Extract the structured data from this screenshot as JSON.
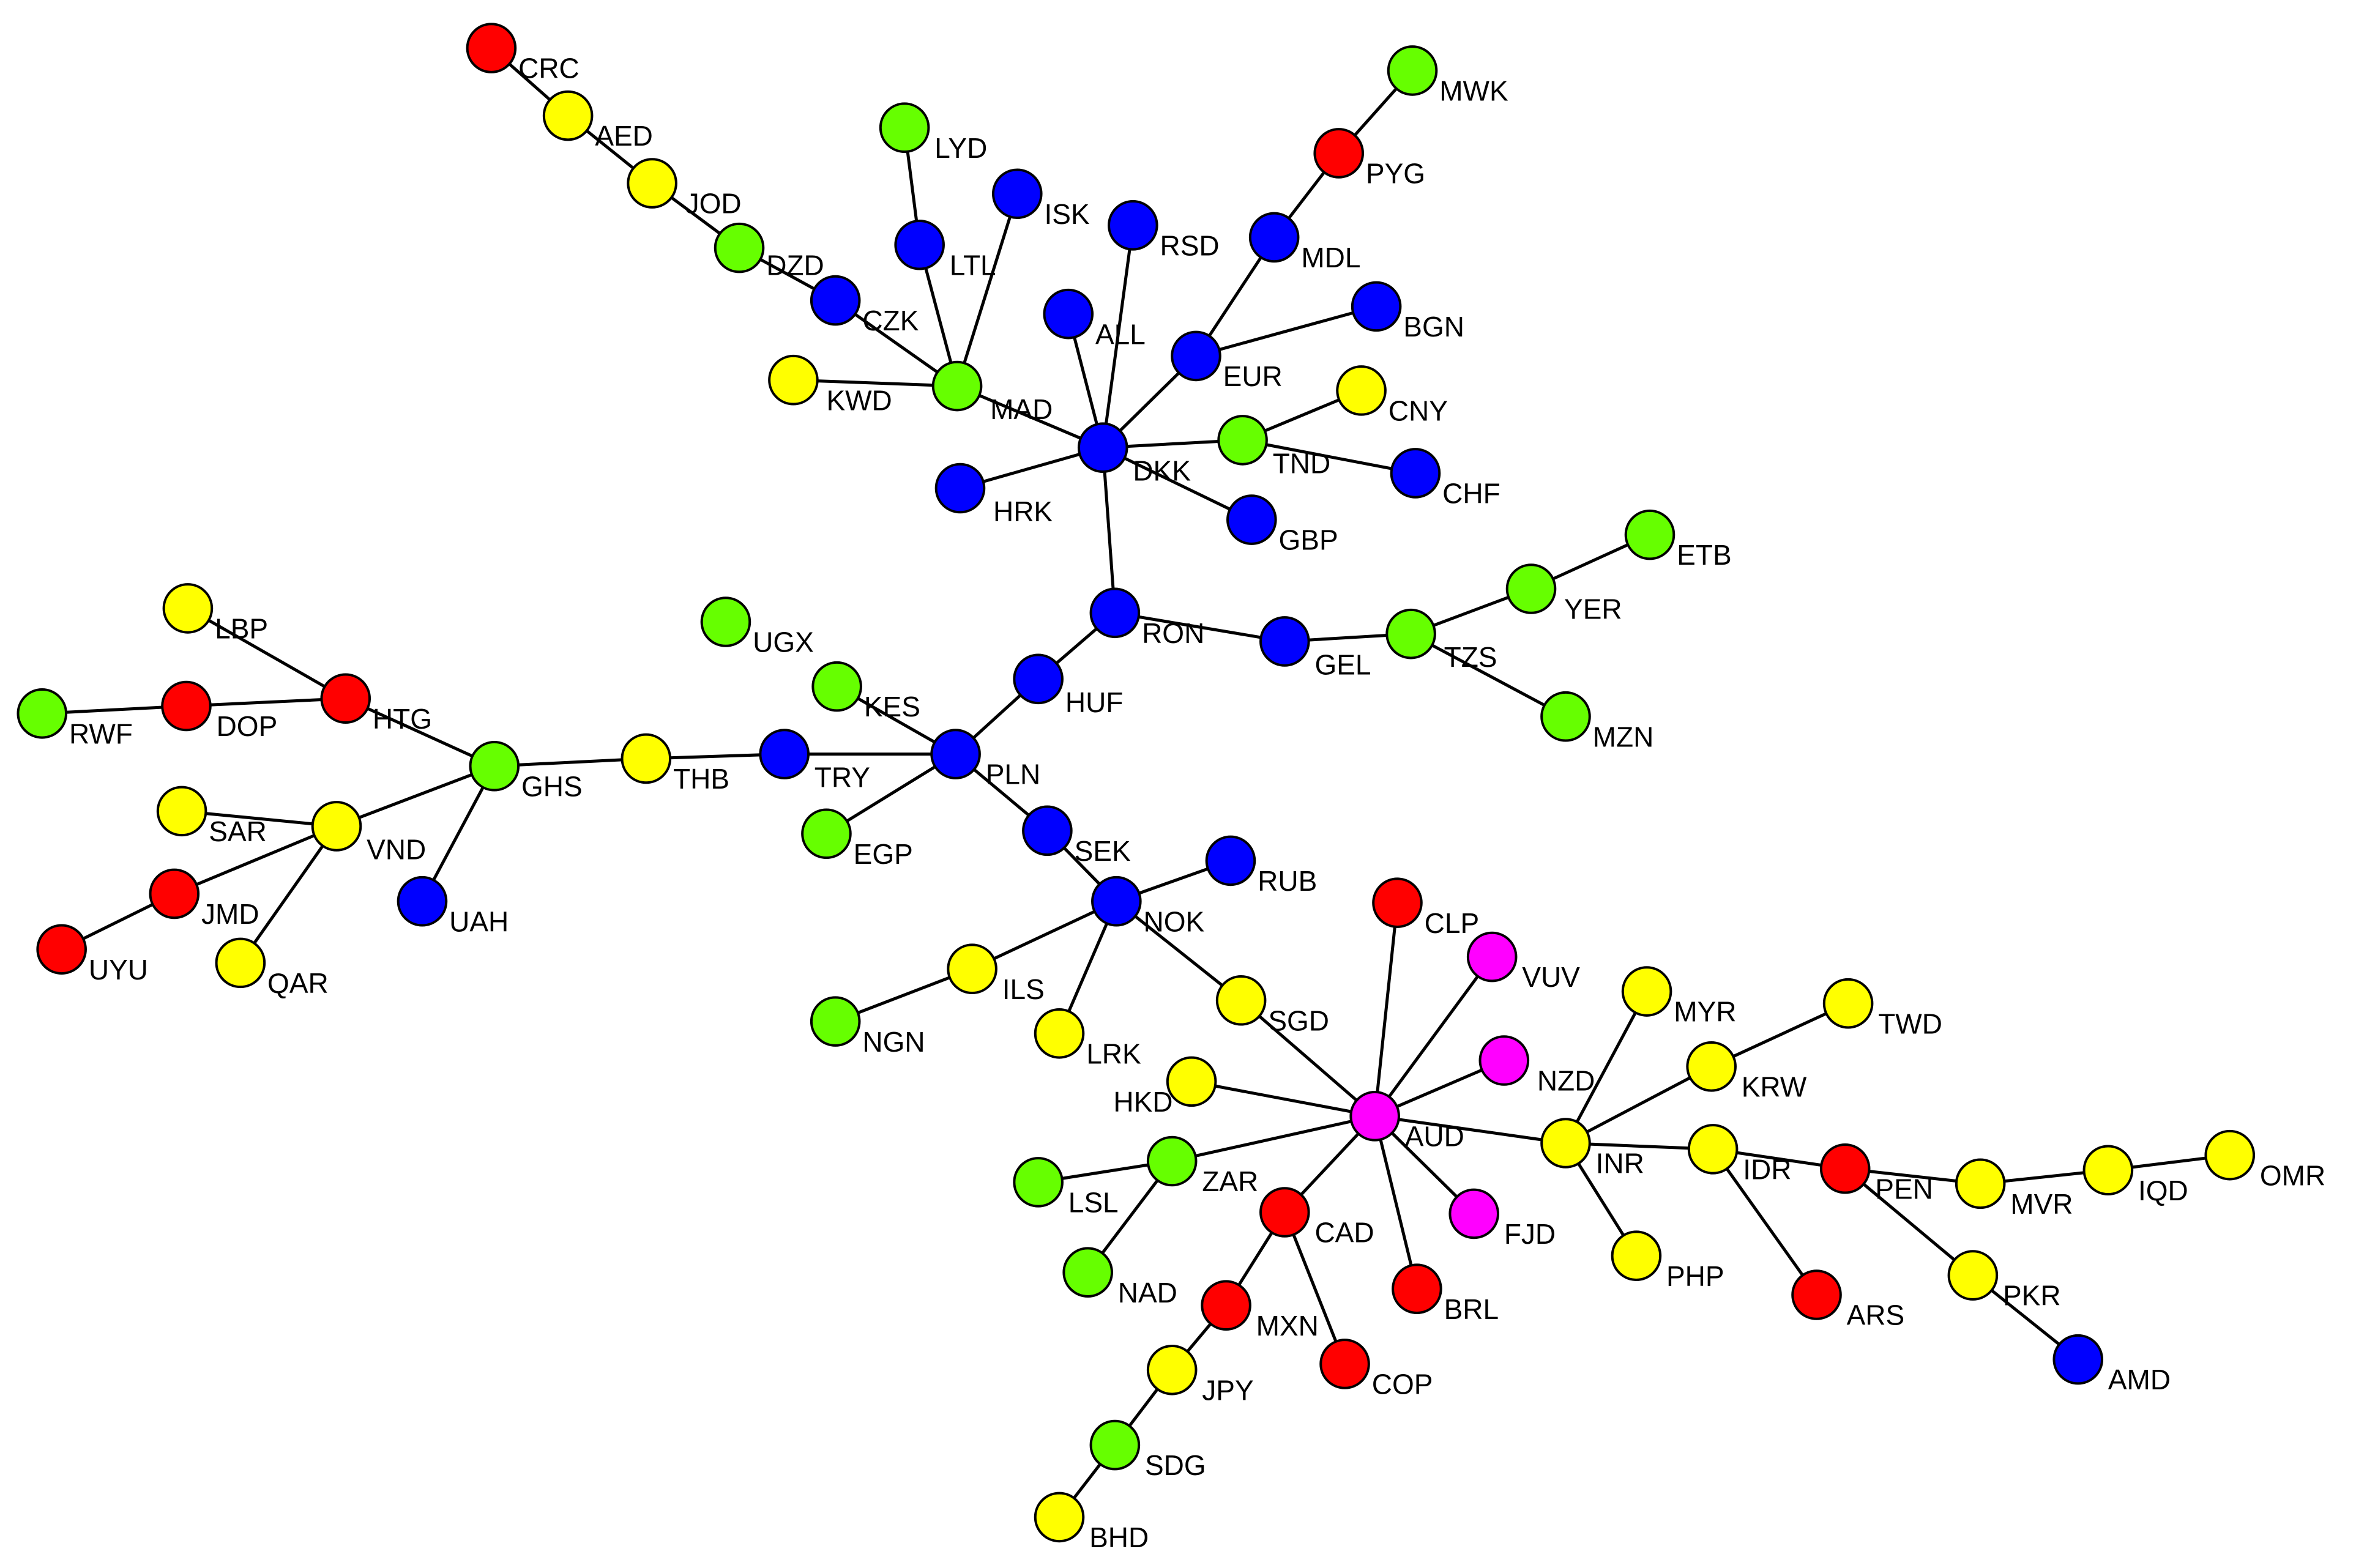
{
  "colors": {
    "red": "#ff0000",
    "yellow": "#ffff00",
    "green": "#66ff00",
    "blue": "#0000ff",
    "magenta": "#ff00ff"
  },
  "nodes": [
    {
      "id": "CRC",
      "label": "CRC",
      "color": "red"
    },
    {
      "id": "AED",
      "label": "AED",
      "color": "yellow"
    },
    {
      "id": "JOD",
      "label": "JOD",
      "color": "yellow"
    },
    {
      "id": "DZD",
      "label": "DZD",
      "color": "green"
    },
    {
      "id": "CZK",
      "label": "CZK",
      "color": "blue"
    },
    {
      "id": "KWD",
      "label": "KWD",
      "color": "yellow"
    },
    {
      "id": "MAD",
      "label": "MAD",
      "color": "green"
    },
    {
      "id": "LYD",
      "label": "LYD",
      "color": "green"
    },
    {
      "id": "LTL",
      "label": "LTL",
      "color": "blue"
    },
    {
      "id": "ISK",
      "label": "ISK",
      "color": "blue"
    },
    {
      "id": "RSD",
      "label": "RSD",
      "color": "blue"
    },
    {
      "id": "ALL",
      "label": "ALL",
      "color": "blue"
    },
    {
      "id": "DKK",
      "label": "DKK",
      "color": "blue"
    },
    {
      "id": "HRK",
      "label": "HRK",
      "color": "blue"
    },
    {
      "id": "EUR",
      "label": "EUR",
      "color": "blue"
    },
    {
      "id": "MDL",
      "label": "MDL",
      "color": "blue"
    },
    {
      "id": "PYG",
      "label": "PYG",
      "color": "red"
    },
    {
      "id": "MWK",
      "label": "MWK",
      "color": "green"
    },
    {
      "id": "BGN",
      "label": "BGN",
      "color": "blue"
    },
    {
      "id": "TND",
      "label": "TND",
      "color": "green"
    },
    {
      "id": "CNY",
      "label": "CNY",
      "color": "yellow"
    },
    {
      "id": "CHF",
      "label": "CHF",
      "color": "blue"
    },
    {
      "id": "GBP",
      "label": "GBP",
      "color": "blue"
    },
    {
      "id": "RON",
      "label": "RON",
      "color": "blue"
    },
    {
      "id": "GEL",
      "label": "GEL",
      "color": "blue"
    },
    {
      "id": "TZS",
      "label": "TZS",
      "color": "green"
    },
    {
      "id": "YER",
      "label": "YER",
      "color": "green"
    },
    {
      "id": "ETB",
      "label": "ETB",
      "color": "green"
    },
    {
      "id": "MZN",
      "label": "MZN",
      "color": "green"
    },
    {
      "id": "HUF",
      "label": "HUF",
      "color": "blue"
    },
    {
      "id": "PLN",
      "label": "PLN",
      "color": "blue"
    },
    {
      "id": "KES",
      "label": "KES",
      "color": "green"
    },
    {
      "id": "UGX",
      "label": "UGX",
      "color": "green"
    },
    {
      "id": "TRY",
      "label": "TRY",
      "color": "blue"
    },
    {
      "id": "EGP",
      "label": "EGP",
      "color": "green"
    },
    {
      "id": "THB",
      "label": "THB",
      "color": "yellow"
    },
    {
      "id": "GHS",
      "label": "GHS",
      "color": "green"
    },
    {
      "id": "HTG",
      "label": "HTG",
      "color": "red"
    },
    {
      "id": "LBP",
      "label": "LBP",
      "color": "yellow"
    },
    {
      "id": "DOP",
      "label": "DOP",
      "color": "red"
    },
    {
      "id": "RWF",
      "label": "RWF",
      "color": "green"
    },
    {
      "id": "VND",
      "label": "VND",
      "color": "yellow"
    },
    {
      "id": "SAR",
      "label": "SAR",
      "color": "yellow"
    },
    {
      "id": "JMD",
      "label": "JMD",
      "color": "red"
    },
    {
      "id": "UYU",
      "label": "UYU",
      "color": "red"
    },
    {
      "id": "QAR",
      "label": "QAR",
      "color": "yellow"
    },
    {
      "id": "UAH",
      "label": "UAH",
      "color": "blue"
    },
    {
      "id": "SEK",
      "label": "SEK",
      "color": "blue"
    },
    {
      "id": "NOK",
      "label": "NOK",
      "color": "blue"
    },
    {
      "id": "RUB",
      "label": "RUB",
      "color": "blue"
    },
    {
      "id": "ILS",
      "label": "ILS",
      "color": "yellow"
    },
    {
      "id": "NGN",
      "label": "NGN",
      "color": "green"
    },
    {
      "id": "LRK",
      "label": "LRK",
      "color": "yellow"
    },
    {
      "id": "SGD",
      "label": "SGD",
      "color": "yellow"
    },
    {
      "id": "AUD",
      "label": "AUD",
      "color": "magenta"
    },
    {
      "id": "CLP",
      "label": "CLP",
      "color": "red"
    },
    {
      "id": "VUV",
      "label": "VUV",
      "color": "magenta"
    },
    {
      "id": "NZD",
      "label": "NZD",
      "color": "magenta"
    },
    {
      "id": "HKD",
      "label": "HKD",
      "color": "yellow"
    },
    {
      "id": "FJD",
      "label": "FJD",
      "color": "magenta"
    },
    {
      "id": "BRL",
      "label": "BRL",
      "color": "red"
    },
    {
      "id": "CAD",
      "label": "CAD",
      "color": "red"
    },
    {
      "id": "COP",
      "label": "COP",
      "color": "red"
    },
    {
      "id": "MXN",
      "label": "MXN",
      "color": "red"
    },
    {
      "id": "JPY",
      "label": "JPY",
      "color": "yellow"
    },
    {
      "id": "SDG",
      "label": "SDG",
      "color": "green"
    },
    {
      "id": "BHD",
      "label": "BHD",
      "color": "yellow"
    },
    {
      "id": "ZAR",
      "label": "ZAR",
      "color": "green"
    },
    {
      "id": "LSL",
      "label": "LSL",
      "color": "green"
    },
    {
      "id": "NAD",
      "label": "NAD",
      "color": "green"
    },
    {
      "id": "INR",
      "label": "INR",
      "color": "yellow"
    },
    {
      "id": "MYR",
      "label": "MYR",
      "color": "yellow"
    },
    {
      "id": "KRW",
      "label": "KRW",
      "color": "yellow"
    },
    {
      "id": "TWD",
      "label": "TWD",
      "color": "yellow"
    },
    {
      "id": "PHP",
      "label": "PHP",
      "color": "yellow"
    },
    {
      "id": "IDR",
      "label": "IDR",
      "color": "yellow"
    },
    {
      "id": "ARS",
      "label": "ARS",
      "color": "red"
    },
    {
      "id": "PEN",
      "label": "PEN",
      "color": "red"
    },
    {
      "id": "MVR",
      "label": "MVR",
      "color": "yellow"
    },
    {
      "id": "IQD",
      "label": "IQD",
      "color": "yellow"
    },
    {
      "id": "OMR",
      "label": "OMR",
      "color": "yellow"
    },
    {
      "id": "PKR",
      "label": "PKR",
      "color": "yellow"
    },
    {
      "id": "AMD",
      "label": "AMD",
      "color": "blue"
    }
  ],
  "edges": [
    [
      "CRC",
      "AED"
    ],
    [
      "AED",
      "JOD"
    ],
    [
      "JOD",
      "DZD"
    ],
    [
      "DZD",
      "CZK"
    ],
    [
      "CZK",
      "MAD"
    ],
    [
      "KWD",
      "MAD"
    ],
    [
      "MAD",
      "LTL"
    ],
    [
      "LTL",
      "LYD"
    ],
    [
      "MAD",
      "ISK"
    ],
    [
      "MAD",
      "DKK"
    ],
    [
      "DKK",
      "ALL"
    ],
    [
      "DKK",
      "RSD"
    ],
    [
      "DKK",
      "HRK"
    ],
    [
      "DKK",
      "EUR"
    ],
    [
      "EUR",
      "MDL"
    ],
    [
      "MDL",
      "PYG"
    ],
    [
      "PYG",
      "MWK"
    ],
    [
      "EUR",
      "BGN"
    ],
    [
      "DKK",
      "TND"
    ],
    [
      "TND",
      "CNY"
    ],
    [
      "TND",
      "CHF"
    ],
    [
      "DKK",
      "GBP"
    ],
    [
      "DKK",
      "RON"
    ],
    [
      "RON",
      "GEL"
    ],
    [
      "GEL",
      "TZS"
    ],
    [
      "TZS",
      "YER"
    ],
    [
      "YER",
      "ETB"
    ],
    [
      "TZS",
      "MZN"
    ],
    [
      "RON",
      "HUF"
    ],
    [
      "HUF",
      "PLN"
    ],
    [
      "PLN",
      "KES"
    ],
    [
      "PLN",
      "TRY"
    ],
    [
      "PLN",
      "EGP"
    ],
    [
      "TRY",
      "THB"
    ],
    [
      "THB",
      "GHS"
    ],
    [
      "GHS",
      "HTG"
    ],
    [
      "HTG",
      "LBP"
    ],
    [
      "HTG",
      "DOP"
    ],
    [
      "DOP",
      "RWF"
    ],
    [
      "GHS",
      "VND"
    ],
    [
      "GHS",
      "UAH"
    ],
    [
      "VND",
      "SAR"
    ],
    [
      "VND",
      "JMD"
    ],
    [
      "JMD",
      "UYU"
    ],
    [
      "VND",
      "QAR"
    ],
    [
      "PLN",
      "SEK"
    ],
    [
      "SEK",
      "NOK"
    ],
    [
      "NOK",
      "RUB"
    ],
    [
      "NOK",
      "ILS"
    ],
    [
      "ILS",
      "NGN"
    ],
    [
      "NOK",
      "LRK"
    ],
    [
      "NOK",
      "SGD"
    ],
    [
      "SGD",
      "AUD"
    ],
    [
      "AUD",
      "CLP"
    ],
    [
      "AUD",
      "VUV"
    ],
    [
      "AUD",
      "NZD"
    ],
    [
      "AUD",
      "HKD"
    ],
    [
      "AUD",
      "FJD"
    ],
    [
      "AUD",
      "BRL"
    ],
    [
      "AUD",
      "CAD"
    ],
    [
      "CAD",
      "COP"
    ],
    [
      "CAD",
      "MXN"
    ],
    [
      "MXN",
      "JPY"
    ],
    [
      "JPY",
      "SDG"
    ],
    [
      "SDG",
      "BHD"
    ],
    [
      "AUD",
      "ZAR"
    ],
    [
      "ZAR",
      "LSL"
    ],
    [
      "ZAR",
      "NAD"
    ],
    [
      "AUD",
      "INR"
    ],
    [
      "INR",
      "MYR"
    ],
    [
      "INR",
      "KRW"
    ],
    [
      "KRW",
      "TWD"
    ],
    [
      "INR",
      "PHP"
    ],
    [
      "INR",
      "IDR"
    ],
    [
      "IDR",
      "ARS"
    ],
    [
      "IDR",
      "PEN"
    ],
    [
      "PEN",
      "MVR"
    ],
    [
      "MVR",
      "IQD"
    ],
    [
      "IQD",
      "OMR"
    ],
    [
      "PEN",
      "PKR"
    ],
    [
      "PKR",
      "AMD"
    ]
  ]
}
